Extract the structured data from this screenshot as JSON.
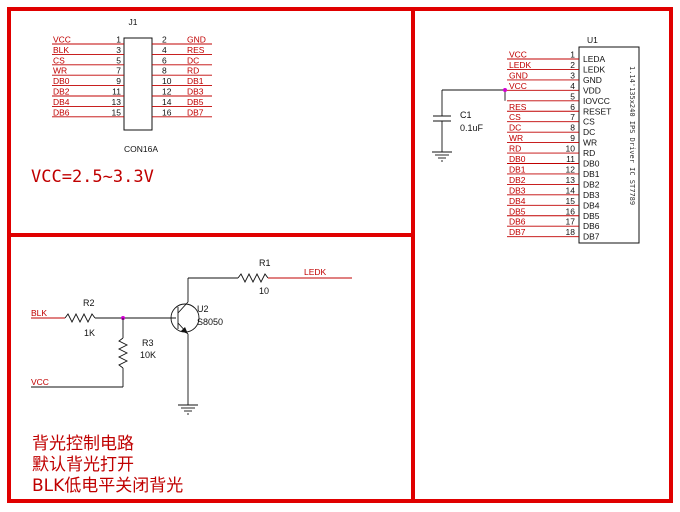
{
  "j1": {
    "ref": "J1",
    "part": "CON16A",
    "left_nets": [
      "VCC",
      "BLK",
      "CS",
      "WR",
      "DB0",
      "DB2",
      "DB4",
      "DB6"
    ],
    "left_pins": [
      "1",
      "3",
      "5",
      "7",
      "9",
      "11",
      "13",
      "15"
    ],
    "right_pins": [
      "2",
      "4",
      "6",
      "8",
      "10",
      "12",
      "14",
      "16"
    ],
    "right_nets": [
      "GND",
      "RES",
      "DC",
      "RD",
      "DB1",
      "DB3",
      "DB5",
      "DB7"
    ]
  },
  "vcc_note": "VCC=2.5~3.3V",
  "u1": {
    "ref": "U1",
    "ic_text": "1.14'135x240 IPS Driver IC ST7789",
    "nets": [
      "VCC",
      "LEDK",
      "GND",
      "VCC",
      "",
      "RES",
      "CS",
      "DC",
      "WR",
      "RD",
      "DB0",
      "DB1",
      "DB2",
      "DB3",
      "DB4",
      "DB5",
      "DB6",
      "DB7"
    ],
    "pins": [
      "1",
      "2",
      "3",
      "4",
      "5",
      "6",
      "7",
      "8",
      "9",
      "10",
      "11",
      "12",
      "13",
      "14",
      "15",
      "16",
      "17",
      "18"
    ],
    "pin_names": [
      "LEDA",
      "LEDK",
      "GND",
      "VDD",
      "IOVCC",
      "RESET",
      "CS",
      "DC",
      "WR",
      "RD",
      "DB0",
      "DB1",
      "DB2",
      "DB3",
      "DB4",
      "DB5",
      "DB6",
      "DB7"
    ]
  },
  "c1": {
    "ref": "C1",
    "value": "0.1uF"
  },
  "backlight": {
    "r1_ref": "R1",
    "r1_value": "10",
    "ledk": "LEDK",
    "r2_ref": "R2",
    "r2_value": "1K",
    "blk": "BLK",
    "r3_ref": "R3",
    "r3_value": "10K",
    "q_ref": "U2",
    "q_part": "S8050",
    "vcc": "VCC"
  },
  "notes": [
    "背光控制电路",
    "默认背光打开",
    "BLK低电平关闭背光"
  ],
  "colors": {
    "frame": "#e00000",
    "net_label": "#c00000",
    "junction": "#d000d0",
    "wire": "#111111"
  }
}
